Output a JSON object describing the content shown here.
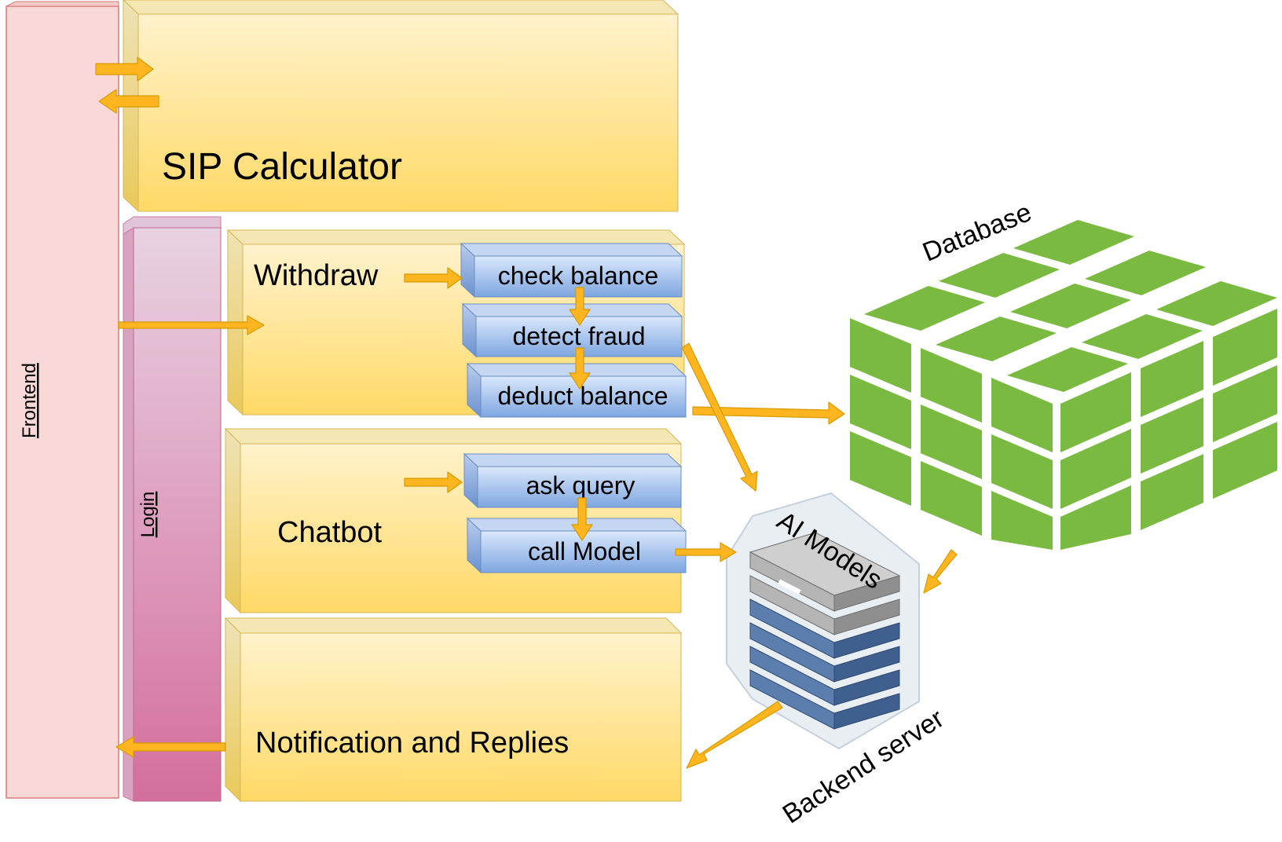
{
  "frontend": {
    "label": "Frontend"
  },
  "login": {
    "label": "Login"
  },
  "sip": {
    "label": "SIP Calculator"
  },
  "withdraw": {
    "label": "Withdraw",
    "steps": [
      "check balance",
      "detect fraud",
      "deduct balance"
    ]
  },
  "chatbot": {
    "label": "Chatbot",
    "steps": [
      "ask query",
      "call Model"
    ]
  },
  "notification": {
    "label": "Notification and Replies"
  },
  "database": {
    "label": "Database"
  },
  "ai_models": {
    "label": "AI Models"
  },
  "backend": {
    "label": "Backend server"
  },
  "colors": {
    "frontend_fill": "#f9d9d8",
    "frontend_stroke": "#d9797a",
    "login_top": "#e7cfe0",
    "login_bottom": "#d46e9c",
    "module_light": "#fff2cc",
    "module_dark": "#ffd966",
    "step_light": "#dae8fc",
    "step_dark": "#7ea6e0",
    "arrow_fill": "#ffb51f",
    "arrow_stroke": "#d79b00",
    "database_green": "#7bba41",
    "server_gray": "#b5b5b5",
    "server_blue": "#4f6f9c"
  }
}
